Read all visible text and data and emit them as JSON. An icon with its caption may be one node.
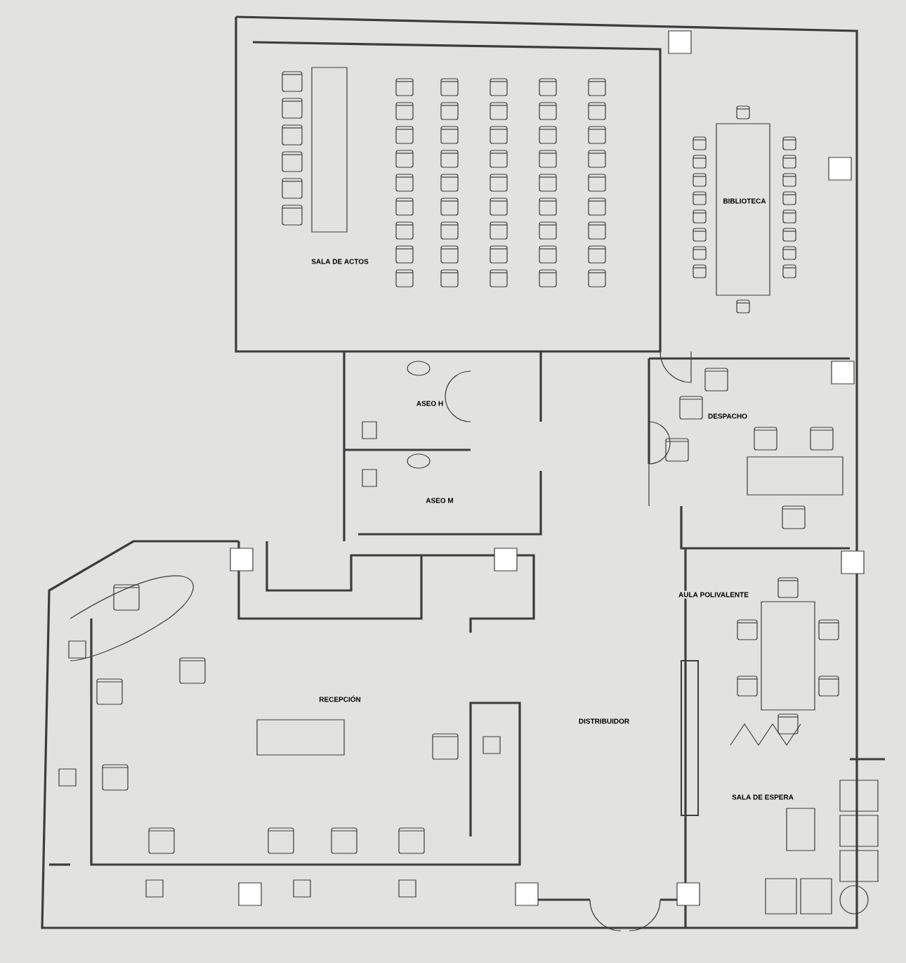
{
  "diagram": {
    "labels": [
      "SALA DE ACTOS",
      "BIBLIOTECA",
      "ASEO H",
      "ASEO M",
      "DESPACHO",
      "AULA POLIVALENTE",
      "RECEPCIÓN",
      "DISTRIBUIDOR",
      "SALA DE ESPERA"
    ]
  }
}
